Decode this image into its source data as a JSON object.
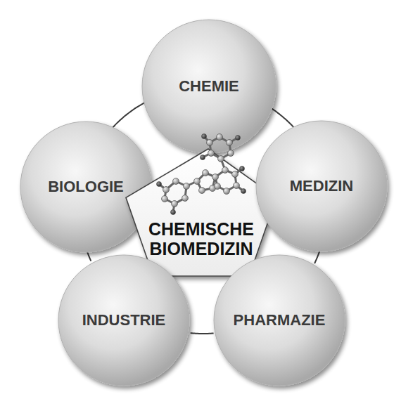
{
  "diagram": {
    "nodes": [
      {
        "text": [
          "CHEMIE"
        ]
      },
      {
        "text": [
          "BIOLOGIE"
        ]
      },
      {
        "text": [
          "CHEMISCHE BIOMEDIZIN"
        ]
      },
      {
        "text": [
          "MEDIZIN"
        ]
      },
      {
        "text": [
          "INDUSTRIE"
        ]
      },
      {
        "text": [
          "PHARMAZIE"
        ]
      }
    ],
    "edges": [
      {
        "from": 0,
        "to": 3,
        "arrow": "none"
      },
      {
        "from": 3,
        "to": 5,
        "arrow": "none"
      },
      {
        "from": 5,
        "to": 4,
        "arrow": "none"
      },
      {
        "from": 4,
        "to": 1,
        "arrow": "none"
      },
      {
        "from": 1,
        "to": 0,
        "arrow": "none"
      }
    ]
  }
}
